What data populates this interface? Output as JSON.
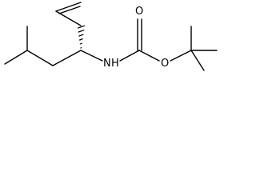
{
  "molecule": {
    "atoms": {
      "nh": "N",
      "nh_h": "H",
      "carbonyl_o": "O",
      "ester_o": "O"
    }
  }
}
